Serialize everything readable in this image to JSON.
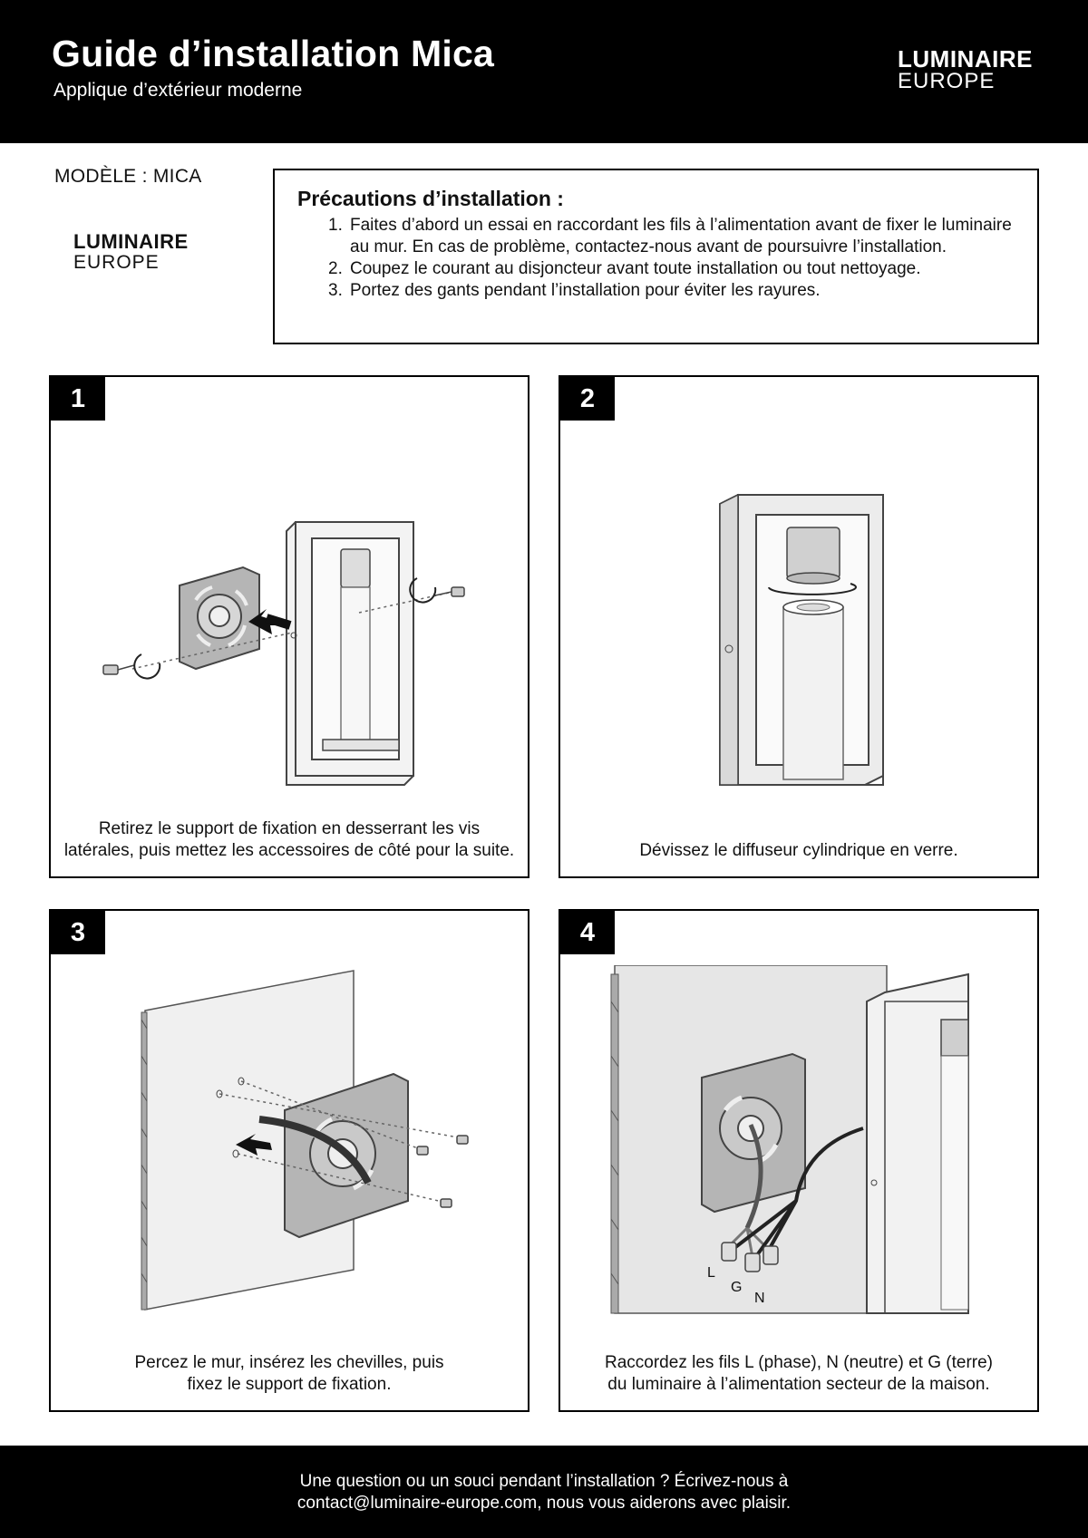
{
  "header": {
    "title": "Guide d’installation Mica",
    "subtitle": "Applique d’extérieur moderne",
    "brand_name": "LUMINAIRE",
    "brand_sub": "EUROPE"
  },
  "model": "MODÈLE : MICA",
  "side_brand": {
    "name": "LUMINAIRE",
    "sub": "EUROPE"
  },
  "precautions": {
    "title": "Précautions d’installation :",
    "items": [
      {
        "num": "1.",
        "text": "Faites d’abord un essai en raccordant les fils à l’alimentation avant de fixer le luminaire au mur. En cas de problème, contactez-nous avant de poursuivre l’installation."
      },
      {
        "num": "2.",
        "text": "Coupez le courant au disjoncteur avant toute installation ou tout nettoyage."
      },
      {
        "num": "3.",
        "text": "Portez des gants pendant l’installation pour éviter les rayures."
      }
    ]
  },
  "steps": [
    {
      "number": "1",
      "caption_line1": "Retirez le support de fixation en desserrant les vis",
      "caption_line2": "latérales, puis mettez les accessoires de côté pour la suite."
    },
    {
      "number": "2",
      "caption_line1": "Dévissez le diffuseur cylindrique en verre.",
      "caption_line2": ""
    },
    {
      "number": "3",
      "caption_line1": "Percez le mur, insérez les chevilles, puis",
      "caption_line2": "fixez le support de fixation."
    },
    {
      "number": "4",
      "caption_line1": "Raccordez les fils L (phase), N (neutre) et G (terre)",
      "caption_line2": "du luminaire à l’alimentation secteur de la maison.",
      "wire_labels": {
        "l": "L",
        "g": "G",
        "n": "N"
      }
    }
  ],
  "footer": {
    "line1": "Une question ou un souci pendant l’installation ? Écrivez-nous à",
    "line2": "contact@luminaire-europe.com, nous vous aiderons avec plaisir."
  },
  "colors": {
    "header_bg": "#000000",
    "panel_gray": "#b5b5b5",
    "light_gray": "#e4e4e4"
  }
}
